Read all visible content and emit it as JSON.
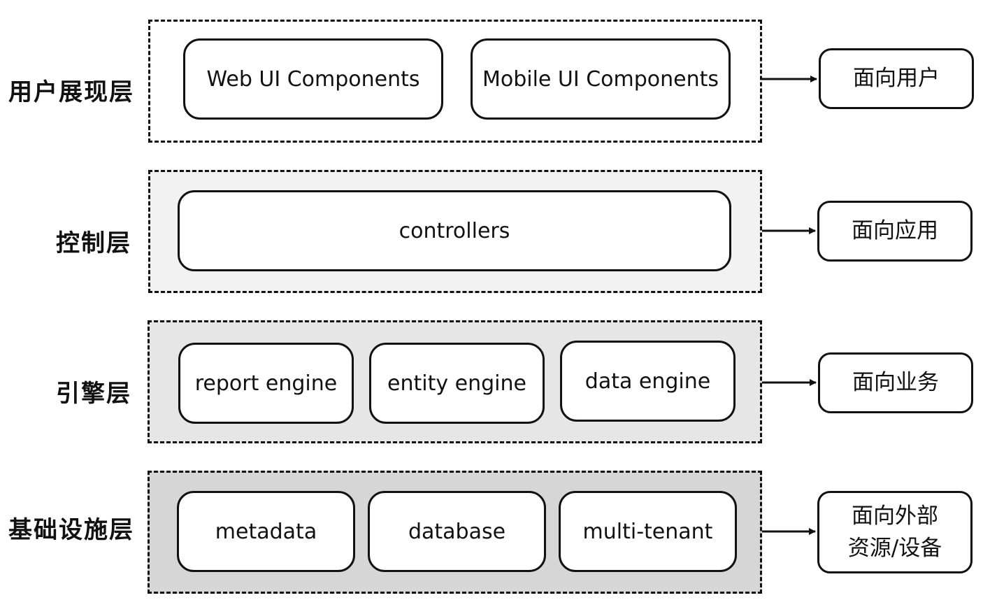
{
  "layers": [
    {
      "label": "用户展现层",
      "components": [
        "Web UI Components",
        "Mobile UI Components"
      ],
      "target": [
        "面向用户"
      ],
      "fill": "#ffffff"
    },
    {
      "label": "控制层",
      "components": [
        "controllers"
      ],
      "target": [
        "面向应用"
      ],
      "fill": "#f2f2f2"
    },
    {
      "label": "引擎层",
      "components": [
        "report engine",
        "entity engine",
        "data engine"
      ],
      "target": [
        "面向业务"
      ],
      "fill": "#e6e6e6"
    },
    {
      "label": "基础设施层",
      "components": [
        "metadata",
        "database",
        "multi-tenant"
      ],
      "target": [
        "面向外部",
        "资源/设备"
      ],
      "fill": "#d6d6d6"
    }
  ]
}
